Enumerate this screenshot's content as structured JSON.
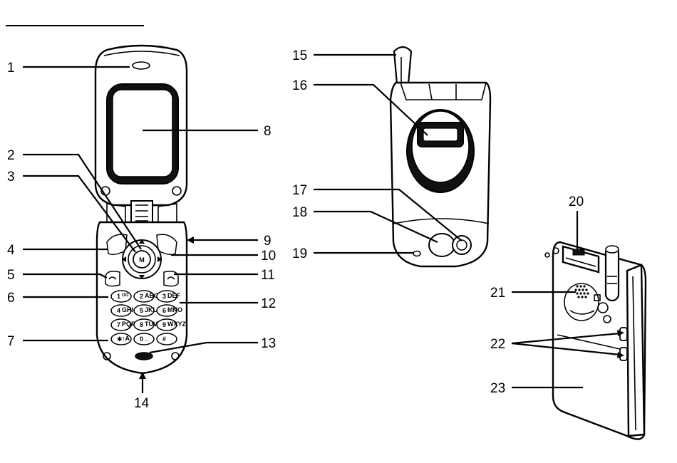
{
  "header_rule": true,
  "callouts": [
    {
      "id": "1",
      "text": "1"
    },
    {
      "id": "2",
      "text": "2"
    },
    {
      "id": "3",
      "text": "3"
    },
    {
      "id": "4",
      "text": "4"
    },
    {
      "id": "5",
      "text": "5"
    },
    {
      "id": "6",
      "text": "6"
    },
    {
      "id": "7",
      "text": "7"
    },
    {
      "id": "8",
      "text": "8"
    },
    {
      "id": "9",
      "text": "9"
    },
    {
      "id": "10",
      "text": "10"
    },
    {
      "id": "11",
      "text": "11"
    },
    {
      "id": "12",
      "text": "12"
    },
    {
      "id": "13",
      "text": "13"
    },
    {
      "id": "14",
      "text": "14"
    },
    {
      "id": "15",
      "text": "15"
    },
    {
      "id": "16",
      "text": "16"
    },
    {
      "id": "17",
      "text": "17"
    },
    {
      "id": "18",
      "text": "18"
    },
    {
      "id": "19",
      "text": "19"
    },
    {
      "id": "20",
      "text": "20"
    },
    {
      "id": "21",
      "text": "21"
    },
    {
      "id": "22",
      "text": "22"
    },
    {
      "id": "23",
      "text": "23"
    }
  ],
  "keypad": {
    "keys": [
      {
        "main": "1",
        "sub": "ᴼᴼ"
      },
      {
        "main": "2",
        "sub": "ABC"
      },
      {
        "main": "3",
        "sub": "DEF"
      },
      {
        "main": "4",
        "sub": "GHI"
      },
      {
        "main": "5",
        "sub": "JKL"
      },
      {
        "main": "6",
        "sub": "MNO"
      },
      {
        "main": "7",
        "sub": "PQRS"
      },
      {
        "main": "8",
        "sub": "TUV"
      },
      {
        "main": "9",
        "sub": "WXYZ"
      },
      {
        "main": "✱",
        "sub": "↑A"
      },
      {
        "main": "0",
        "sub": "_"
      },
      {
        "main": "#",
        "sub": ""
      }
    ],
    "center_key": "M"
  }
}
